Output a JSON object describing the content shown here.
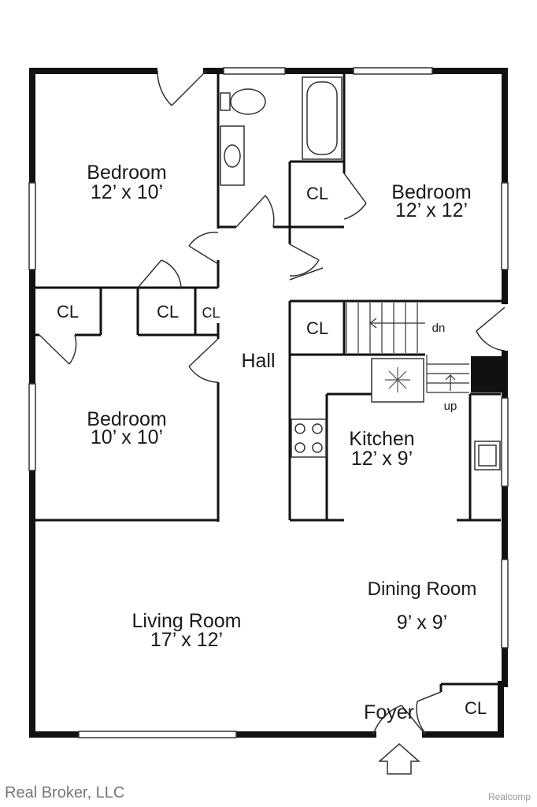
{
  "floor_plan": {
    "rooms": [
      {
        "name": "Bedroom",
        "size": "12’ x 10’"
      },
      {
        "name": "Bedroom",
        "size": "12’ x 12’"
      },
      {
        "name": "Bedroom",
        "size": "10’ x 10’"
      },
      {
        "name": "Kitchen",
        "size": "12’ x 9’"
      },
      {
        "name": "Dining Room",
        "size": "9’ x 9’"
      },
      {
        "name": "Living Room",
        "size": "17’ x 12’"
      }
    ],
    "labels": {
      "hall": "Hall",
      "foyer": "Foyer",
      "closet": "CL",
      "stairs_down": "dn",
      "stairs_up": "up"
    }
  },
  "footer": {
    "brand": "Real Broker, LLC",
    "source": "Realcomp"
  },
  "colors": {
    "wall": "#111111",
    "line": "#333333",
    "text": "#1a1a1a"
  }
}
